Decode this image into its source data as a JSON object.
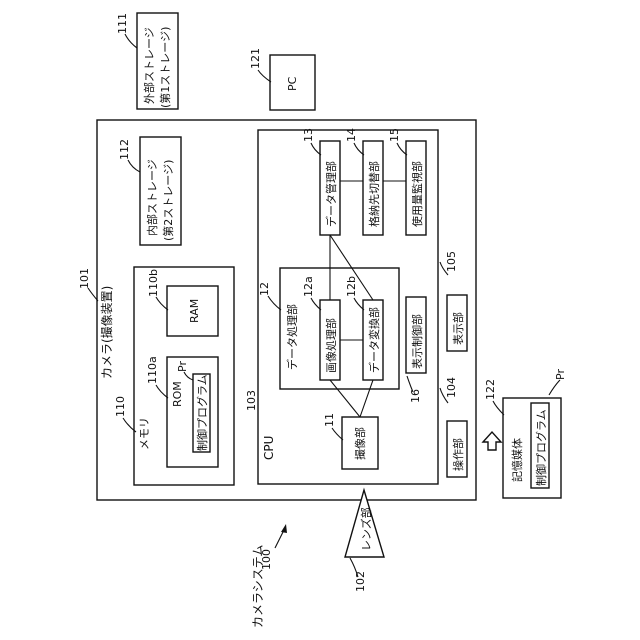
{
  "system": {
    "label": "カメラシステム",
    "ref": "100"
  },
  "camera": {
    "label": "カメラ(撮像装置)",
    "ref": "101"
  },
  "lens": {
    "label": "レンズ部",
    "ref": "102"
  },
  "cpu": {
    "label": "CPU",
    "ref": "103"
  },
  "operation": {
    "label": "操作部",
    "ref": "104"
  },
  "display": {
    "label": "表示部",
    "ref": "105"
  },
  "memory": {
    "label": "メモリ",
    "ref": "110"
  },
  "rom": {
    "label": "ROM",
    "ref": "110a"
  },
  "ram": {
    "label": "RAM",
    "ref": "110b"
  },
  "control_program": {
    "label": "制御プログラム",
    "ref": "Pr"
  },
  "ext_storage": {
    "line1": "外部ストレージ",
    "line2": "(第1ストレージ)",
    "ref": "111"
  },
  "int_storage": {
    "line1": "内部ストレージ",
    "line2": "(第2ストレージ)",
    "ref": "112"
  },
  "pc": {
    "label": "PC",
    "ref": "121"
  },
  "medium": {
    "label": "記憶媒体",
    "ref": "122",
    "program_label": "制御プログラム",
    "program_ref": "Pr"
  },
  "imaging": {
    "label": "撮像部",
    "ref": "11"
  },
  "data_proc": {
    "label": "データ処理部",
    "ref": "12"
  },
  "image_proc": {
    "label": "画像処理部",
    "ref": "12a"
  },
  "data_conv": {
    "label": "データ変換部",
    "ref": "12b"
  },
  "data_mgmt": {
    "label": "データ管理部",
    "ref": "13"
  },
  "dest_switch": {
    "label": "格納先切替部",
    "ref": "14"
  },
  "usage_monitor": {
    "label": "使用量監視部",
    "ref": "15"
  },
  "display_ctrl": {
    "label": "表示制御部",
    "ref": "16"
  }
}
